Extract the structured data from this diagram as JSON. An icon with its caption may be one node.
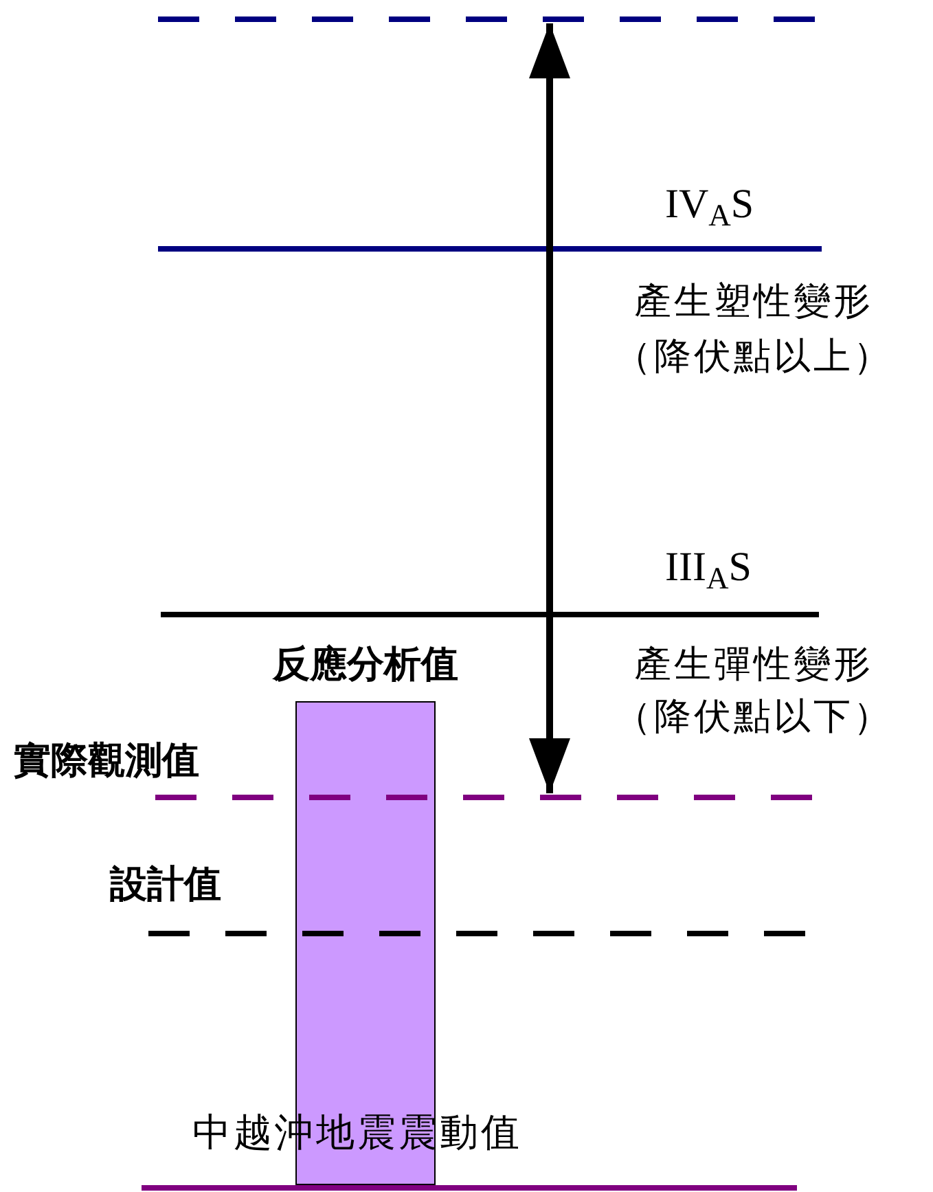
{
  "diagram": {
    "nodes": [
      {
        "text": [],
        "shape": "line"
      },
      {
        "text": [
          "反應分析值"
        ]
      },
      {
        "text": [],
        "shape": "line"
      }
    ],
    "edges": [
      {
        "from": 0,
        "to": 2,
        "arrow": "both"
      }
    ],
    "labels": [
      "IV$_{A}$S",
      "產生塑性變形（降伏點以上）",
      "III$_{A}$S",
      "產生彈性變形（降伏點以下）",
      "實際觀測值",
      "設計值",
      "中越沖地震震動值"
    ]
  }
}
